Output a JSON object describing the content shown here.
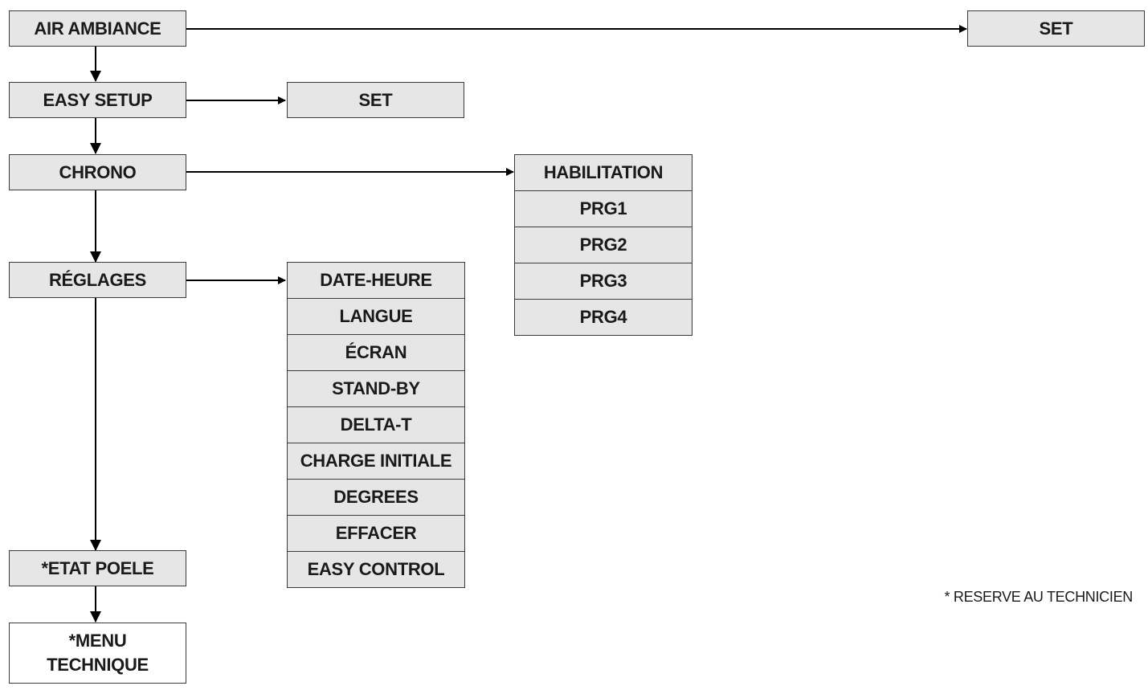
{
  "menu": {
    "air_ambiance": "AIR AMBIANCE",
    "easy_setup": "EASY SETUP",
    "chrono": "CHRONO",
    "reglages": "RÉGLAGES",
    "etat_poele": "*ETAT POELE",
    "menu_technique_line1": "*MENU",
    "menu_technique_line2": "TECHNIQUE"
  },
  "air_ambiance_sub": {
    "set": "SET"
  },
  "easy_setup_sub": {
    "set": "SET"
  },
  "chrono_sub": [
    "HABILITATION",
    "PRG1",
    "PRG2",
    "PRG3",
    "PRG4"
  ],
  "reglages_sub": [
    "DATE-HEURE",
    "LANGUE",
    "ÉCRAN",
    "STAND-BY",
    "DELTA-T",
    "CHARGE INITIALE",
    "DEGREES",
    "EFFACER",
    "EASY CONTROL"
  ],
  "footnote": "* RESERVE AU TECHNICIEN",
  "colors": {
    "box_fill": "#e6e6e7",
    "box_border": "#3a3a3a",
    "arrow": "#000000",
    "text": "#1a1a1a"
  }
}
